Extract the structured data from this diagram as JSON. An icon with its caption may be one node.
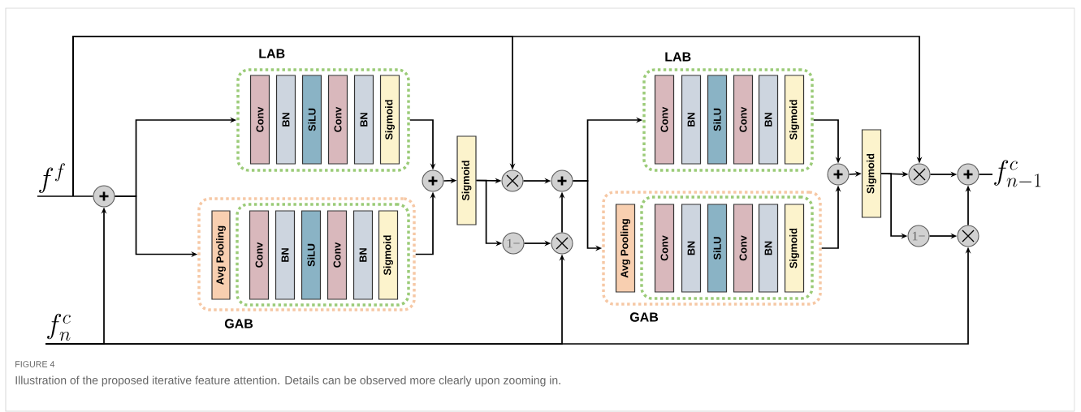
{
  "diagram": {
    "caption": "Illustration of the proposed iterative feature attention. Details can be observed more clearly upon zooming in.",
    "nodes": [
      {
        "text": [
          "f^f"
        ]
      },
      {
        "text": [
          "f_n^c"
        ]
      },
      {
        "text": [],
        "shape": "circle"
      },
      {
        "text": [
          "LAB"
        ]
      },
      {
        "text": [
          "Conv"
        ],
        "in": 3
      },
      {
        "text": [
          "BN"
        ],
        "in": 3
      },
      {
        "text": [
          "SiLU"
        ],
        "in": 3
      },
      {
        "text": [
          "Conv"
        ],
        "in": 3
      },
      {
        "text": [
          "BN"
        ],
        "in": 3
      },
      {
        "text": [
          "Sigmoid"
        ],
        "in": 3
      },
      {
        "text": [
          "GAB"
        ]
      },
      {
        "text": [
          "Avg Pooling"
        ],
        "in": 10
      },
      {
        "text": [],
        "shape": "box",
        "in": 10
      },
      {
        "text": [
          "Conv"
        ],
        "in": 12
      },
      {
        "text": [
          "BN"
        ],
        "in": 12
      },
      {
        "text": [
          "SiLU"
        ],
        "in": 12
      },
      {
        "text": [
          "Conv"
        ],
        "in": 12
      },
      {
        "text": [
          "BN"
        ],
        "in": 12
      },
      {
        "text": [
          "Sigmoid"
        ],
        "in": 12
      },
      {
        "text": [],
        "shape": "circle"
      },
      {
        "text": [
          "Sigmoid"
        ]
      },
      {
        "text": [],
        "shape": "circle"
      },
      {
        "text": [
          "1−"
        ]
      },
      {
        "text": [],
        "shape": "circle"
      },
      {
        "text": [],
        "shape": "circle"
      },
      {
        "text": [
          "LAB"
        ]
      },
      {
        "text": [
          "Conv"
        ],
        "in": 25
      },
      {
        "text": [
          "BN"
        ],
        "in": 25
      },
      {
        "text": [
          "SiLU"
        ],
        "in": 25
      },
      {
        "text": [
          "Conv"
        ],
        "in": 25
      },
      {
        "text": [
          "BN"
        ],
        "in": 25
      },
      {
        "text": [
          "Sigmoid"
        ],
        "in": 25
      },
      {
        "text": [
          "GAB"
        ]
      },
      {
        "text": [
          "Avg Pooling"
        ],
        "in": 32
      },
      {
        "text": [],
        "shape": "box",
        "in": 32
      },
      {
        "text": [
          "Conv"
        ],
        "in": 34
      },
      {
        "text": [
          "BN"
        ],
        "in": 34
      },
      {
        "text": [
          "SiLU"
        ],
        "in": 34
      },
      {
        "text": [
          "Conv"
        ],
        "in": 34
      },
      {
        "text": [
          "BN"
        ],
        "in": 34
      },
      {
        "text": [
          "Sigmoid"
        ],
        "in": 34
      },
      {
        "text": [],
        "shape": "circle"
      },
      {
        "text": [
          "Sigmoid"
        ]
      },
      {
        "text": [],
        "shape": "circle"
      },
      {
        "text": [
          "1−"
        ]
      },
      {
        "text": [],
        "shape": "circle"
      },
      {
        "text": [],
        "shape": "circle"
      },
      {
        "text": [
          "f_{n-1}^c"
        ]
      }
    ],
    "edges": [
      {
        "from": 0,
        "to": 2,
        "arrow": "none"
      },
      {
        "from": 0,
        "to": 21,
        "arrow": "to"
      },
      {
        "from": 0,
        "to": 43,
        "arrow": "to"
      },
      {
        "from": 1,
        "to": 2,
        "arrow": "to"
      },
      {
        "from": 1,
        "to": 23,
        "arrow": "to"
      },
      {
        "from": 1,
        "to": 45,
        "arrow": "to"
      },
      {
        "from": 2,
        "to": 3,
        "arrow": "to"
      },
      {
        "from": 2,
        "to": 10,
        "arrow": "to"
      },
      {
        "from": 3,
        "to": 19,
        "arrow": "to"
      },
      {
        "from": 10,
        "to": 19,
        "arrow": "to"
      },
      {
        "from": 19,
        "to": 20,
        "arrow": "to"
      },
      {
        "from": 20,
        "to": 21,
        "arrow": "to"
      },
      {
        "from": 20,
        "to": 22,
        "arrow": "to"
      },
      {
        "from": 21,
        "to": 24,
        "arrow": "to"
      },
      {
        "from": 22,
        "to": 23,
        "arrow": "to"
      },
      {
        "from": 23,
        "to": 24,
        "arrow": "to"
      },
      {
        "from": 24,
        "to": 25,
        "arrow": "to"
      },
      {
        "from": 24,
        "to": 32,
        "arrow": "to"
      },
      {
        "from": 25,
        "to": 41,
        "arrow": "to"
      },
      {
        "from": 32,
        "to": 41,
        "arrow": "to"
      },
      {
        "from": 41,
        "to": 42,
        "arrow": "to"
      },
      {
        "from": 42,
        "to": 43,
        "arrow": "to"
      },
      {
        "from": 42,
        "to": 44,
        "arrow": "to"
      },
      {
        "from": 43,
        "to": 46,
        "arrow": "to"
      },
      {
        "from": 44,
        "to": 45,
        "arrow": "to"
      },
      {
        "from": 45,
        "to": 46,
        "arrow": "to"
      },
      {
        "from": 46,
        "to": 47,
        "arrow": "none"
      }
    ],
    "labels": [
      "FIGURE 4"
    ]
  }
}
